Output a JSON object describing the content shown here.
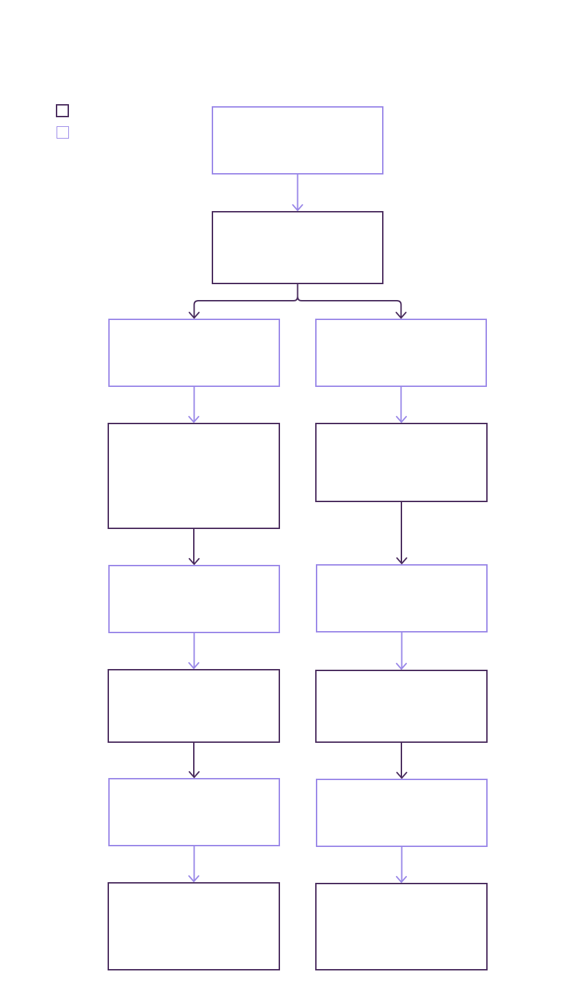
{
  "colors": {
    "dark": "#4a2c5e",
    "light": "#9a88e8",
    "background": "#ffffff"
  },
  "legend": {
    "items": [
      {
        "style": "dark",
        "label": ""
      },
      {
        "style": "light",
        "label": ""
      }
    ]
  },
  "nodes": [
    {
      "id": "n1",
      "style": "light",
      "label": ""
    },
    {
      "id": "n2",
      "style": "dark",
      "label": ""
    },
    {
      "id": "l1",
      "style": "light",
      "label": ""
    },
    {
      "id": "l2",
      "style": "dark",
      "label": ""
    },
    {
      "id": "l3",
      "style": "light",
      "label": ""
    },
    {
      "id": "l4",
      "style": "dark",
      "label": ""
    },
    {
      "id": "l5",
      "style": "light",
      "label": ""
    },
    {
      "id": "l6",
      "style": "dark",
      "label": ""
    },
    {
      "id": "r1",
      "style": "light",
      "label": ""
    },
    {
      "id": "r2",
      "style": "dark",
      "label": ""
    },
    {
      "id": "r3",
      "style": "light",
      "label": ""
    },
    {
      "id": "r4",
      "style": "dark",
      "label": ""
    },
    {
      "id": "r5",
      "style": "light",
      "label": ""
    },
    {
      "id": "r6",
      "style": "dark",
      "label": ""
    }
  ],
  "edges": [
    {
      "from": "n1",
      "to": "n2",
      "style": "light"
    },
    {
      "from": "n2",
      "to": "l1",
      "style": "dark"
    },
    {
      "from": "n2",
      "to": "r1",
      "style": "dark"
    },
    {
      "from": "l1",
      "to": "l2",
      "style": "light"
    },
    {
      "from": "l2",
      "to": "l3",
      "style": "dark"
    },
    {
      "from": "l3",
      "to": "l4",
      "style": "light"
    },
    {
      "from": "l4",
      "to": "l5",
      "style": "dark"
    },
    {
      "from": "l5",
      "to": "l6",
      "style": "light"
    },
    {
      "from": "r1",
      "to": "r2",
      "style": "light"
    },
    {
      "from": "r2",
      "to": "r3",
      "style": "dark"
    },
    {
      "from": "r3",
      "to": "r4",
      "style": "light"
    },
    {
      "from": "r4",
      "to": "r5",
      "style": "dark"
    },
    {
      "from": "r5",
      "to": "r6",
      "style": "light"
    }
  ]
}
